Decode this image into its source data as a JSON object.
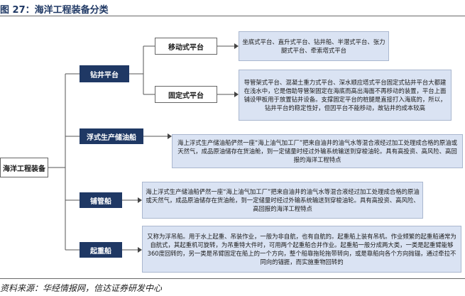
{
  "figure": {
    "title": "图 27：海洋工程装备分类",
    "source": "资料来源：华经情报网，信达证券研发中心"
  },
  "root": {
    "label": "海洋工程装备"
  },
  "categories": [
    {
      "label": "钻井平台"
    },
    {
      "label": "浮式生产储油船"
    },
    {
      "label": "铺管船"
    },
    {
      "label": "起重船"
    }
  ],
  "subcategories": [
    {
      "label": "移动式平台"
    },
    {
      "label": "固定式平台"
    }
  ],
  "descriptions": {
    "mobile": "坐底式平台、直升式平台、钻井船、半潜式平台、张力腿式平台、牵索塔式平台",
    "fixed": "导管架式平台、混凝土重力式平台、深水顺应塔式平台固定式钻井平台大都建在浅水中，它是借助导管架固定在海底而高出海面不再移动的装置，平台上面铺设甲板用于放置钻井设备。支撑固定平台的桩腿是直接打入海底的，所以，钻井平台的稳定性好，但因平台不能移动，故钻井的成本较高",
    "fpso": "海上浮式生产储油船俨然一座“海上油气加工厂”把来自油井的油气水等混合液经过加工处理成合格的原油或天然气，成品原油储存在货油舱，到一定储量时经过外输系统输送到穿梭油轮。具有高投资、高风险、高回报的海洋工程特点",
    "pipelay": "海上浮式生产储油船俨然一座“海上油气加工厂”把来自油井的油气水等混合液经过加工处理成合格的原油或天然气，成品原油储存在货油舱，到一定储量时经过外输系统输送到穿梭油轮。具有高投资、高风险、高回报的海洋工程特点",
    "crane": "又称为浮吊船。用于水上起重、吊装作业，一般为非自航，也有自航的。起重船上装有吊机。作业频繁的起重船通常为自航式，其起重机可旋转，为吊重特大件时，可用两个起重船合并作业。起重船一般分成两大类，一类是起重臂能够360度回转的，另一类是吊臂固定在船上的一个方向，整个船靠拖轮拖带转向，或是靠船向各个方向抛锚，通过牵拉不同向的锚捱，而实施重物回转的"
  },
  "colors": {
    "navy": "#1f3864",
    "desc_fill": "#dae3f3"
  }
}
